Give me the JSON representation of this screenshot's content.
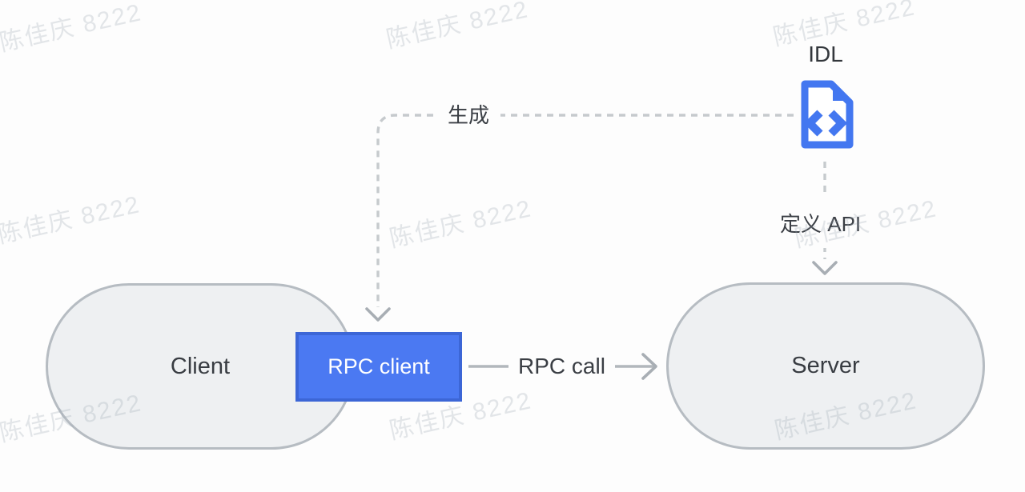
{
  "watermark": {
    "text": "陈佳庆 8222"
  },
  "nodes": {
    "idl": {
      "label": "IDL"
    },
    "client": {
      "label": "Client"
    },
    "rpc_client": {
      "label": "RPC client"
    },
    "server": {
      "label": "Server"
    }
  },
  "edges": {
    "generate": {
      "label": "生成",
      "style": "dashed"
    },
    "define_api": {
      "label": "定义 API",
      "style": "dashed"
    },
    "rpc_call": {
      "label": "RPC call",
      "style": "solid"
    }
  },
  "colors": {
    "accent_blue": "#4377f0",
    "rpc_box_fill": "#4b79f2",
    "rpc_box_border": "#3c66d6",
    "node_fill": "#eef0f2",
    "node_border": "#b6bcc2",
    "dashed_line": "#c6cacd",
    "solid_line": "#b2b7bc",
    "arrowhead": "#a8aeb4",
    "text_dark": "#3a3e44",
    "watermark_text": "#e6e9eb"
  }
}
